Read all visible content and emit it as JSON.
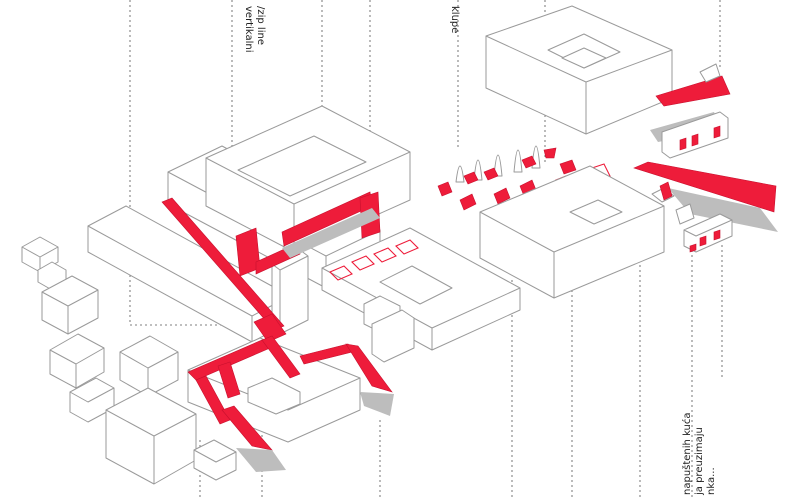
{
  "labels": {
    "zipline_1": "vertikalni",
    "zipline_2": "/zip line",
    "benches": "klupe",
    "houses_1": "napuštenih kuća",
    "houses_2": "ja preuzimaju",
    "houses_3": "nka..."
  },
  "colors": {
    "accent": "#ee1c3a",
    "shadow": "#bdbdbd",
    "outline": "#9a9a9a"
  }
}
